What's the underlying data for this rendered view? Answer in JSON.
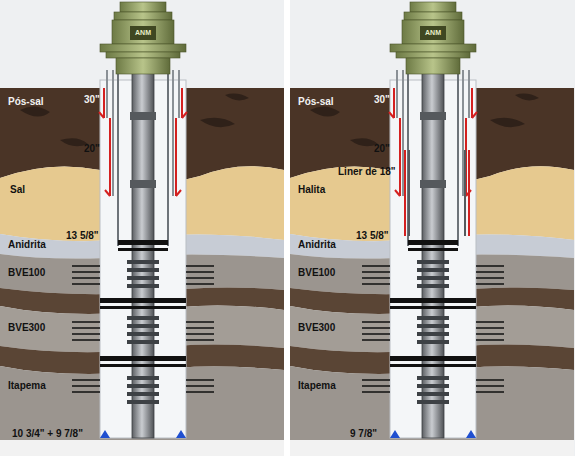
{
  "diagram": {
    "labels": [
      "Pós-sal",
      "30\"",
      "20\"",
      "Sal",
      "Anidrita",
      "13 5/8\"",
      "BVE100",
      "BVE300",
      "Itapema",
      "10 3/4\" + 9 7/8\"",
      "ANM",
      "Pós-sal",
      "30\"",
      "20\"",
      "Halita",
      "Liner de 18\"",
      "Anidrita",
      "13 5/8\"",
      "BVE100",
      "BVE300",
      "Itapema",
      "9 7/8\"",
      "ANM"
    ]
  }
}
